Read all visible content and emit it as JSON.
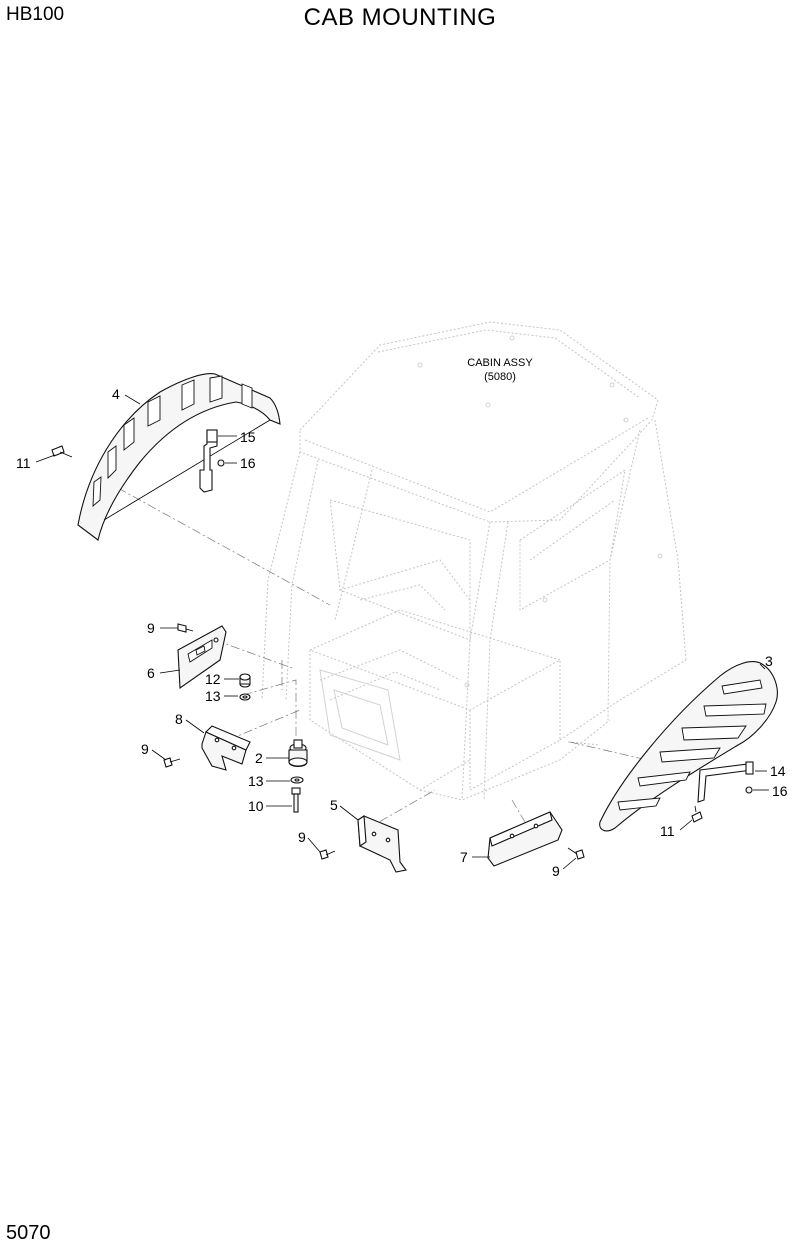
{
  "header": {
    "model": "HB100",
    "title": "CAB MOUNTING"
  },
  "footer": {
    "page_number": "5070"
  },
  "cabin": {
    "name": "CABIN ASSY",
    "reference": "(5080)"
  },
  "callouts": [
    {
      "id": "c1",
      "label": "4"
    },
    {
      "id": "c2",
      "label": "11"
    },
    {
      "id": "c3",
      "label": "15"
    },
    {
      "id": "c4",
      "label": "16"
    },
    {
      "id": "c5",
      "label": "9"
    },
    {
      "id": "c6",
      "label": "6"
    },
    {
      "id": "c7",
      "label": "12"
    },
    {
      "id": "c8",
      "label": "13"
    },
    {
      "id": "c9",
      "label": "8"
    },
    {
      "id": "c10",
      "label": "9"
    },
    {
      "id": "c11",
      "label": "2"
    },
    {
      "id": "c12",
      "label": "13"
    },
    {
      "id": "c13",
      "label": "10"
    },
    {
      "id": "c14",
      "label": "5"
    },
    {
      "id": "c15",
      "label": "9"
    },
    {
      "id": "c16",
      "label": "7"
    },
    {
      "id": "c17",
      "label": "9"
    },
    {
      "id": "c18",
      "label": "3"
    },
    {
      "id": "c19",
      "label": "14"
    },
    {
      "id": "c20",
      "label": "16"
    },
    {
      "id": "c21",
      "label": "11"
    }
  ]
}
